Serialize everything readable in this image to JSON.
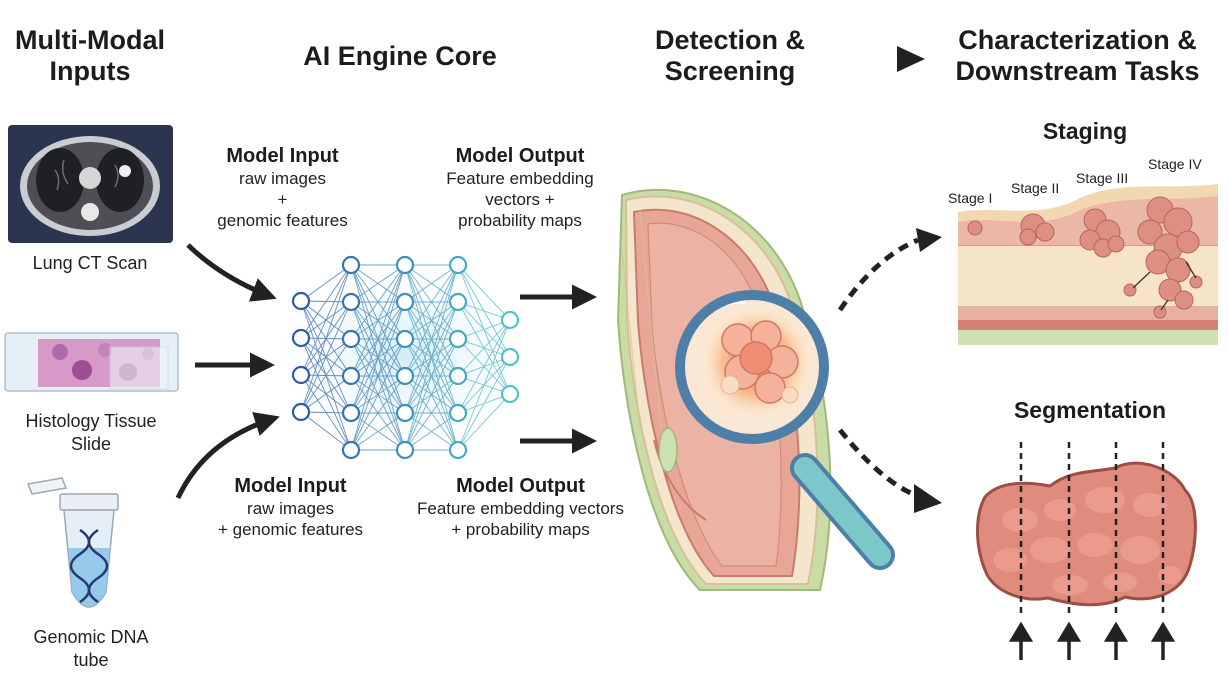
{
  "headers": {
    "inputs": "Multi-Modal\nInputs",
    "engine": "AI Engine Core",
    "detection": "Detection &\nScreening",
    "characterization": "Characterization &\nDownstream Tasks"
  },
  "inputs": [
    {
      "label": "Lung CT Scan",
      "icon": "lung-ct-scan-icon"
    },
    {
      "label": "Histology Tissue\nSlide",
      "icon": "histology-slide-icon"
    },
    {
      "label": "Genomic DNA\ntube",
      "icon": "dna-tube-icon"
    }
  ],
  "engine": {
    "top_input": {
      "title": "Model Input",
      "body": "raw images\n+\ngenomic features"
    },
    "top_output": {
      "title": "Model Output",
      "body": "Feature embedding\nvectors +\nprobability maps"
    },
    "bottom_input": {
      "title": "Model Input",
      "body": "raw images\n+ genomic features"
    },
    "bottom_output": {
      "title": "Model Output",
      "body": "Feature embedding vectors\n+ probability maps"
    }
  },
  "staging": {
    "title": "Staging",
    "stages": [
      "Stage I",
      "Stage II",
      "Stage III",
      "Stage IV"
    ]
  },
  "segmentation": {
    "title": "Segmentation"
  },
  "colors": {
    "nn_start": "#2f5aa8",
    "nn_end": "#4fc3c8",
    "tissue": "#e8a595",
    "tumor": "#e0584a",
    "lens_frame": "#4e7fa8",
    "lens_handle": "#7cc7c9",
    "arrow": "#222222"
  }
}
